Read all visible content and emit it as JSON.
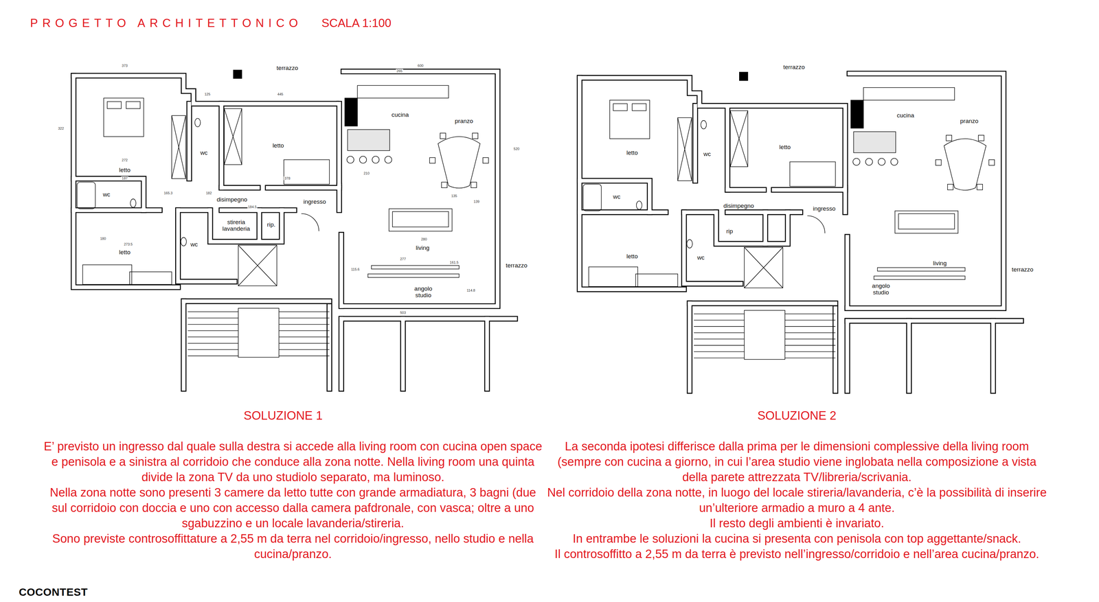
{
  "diagram": {
    "title": "PROGETTO ARCHITETTONICO",
    "labels": [
      "SCALA 1:100",
      "terrazzo",
      "letto",
      "wc",
      "letto",
      "cucina",
      "pranzo",
      "wc",
      "disimpegno",
      "ingresso",
      "stireria lavanderia",
      "rip.",
      "letto",
      "wc",
      "living",
      "terrazzo",
      "angolo studio",
      "terrazzo",
      "letto",
      "wc",
      "letto",
      "cucina",
      "pranzo",
      "wc",
      "disimpegno",
      "ingresso",
      "rip",
      "letto",
      "wc",
      "living",
      "terrazzo",
      "angolo studio",
      "373",
      "600",
      "265",
      "445",
      "125",
      "272",
      "187",
      "165.3",
      "182",
      "378",
      "210",
      "184.5",
      "139",
      "277",
      "161.5",
      "115.6",
      "280",
      "503",
      "114.8",
      "135",
      "273.5",
      "180",
      "322",
      "520",
      "SOLUZIONE 1",
      "E’ previsto un ingresso dal quale sulla destra si accede alla living room con cucina open space e penisola e a sinistra al corridoio che conduce alla zona notte. Nella living room una quinta divide la zona TV da uno studiolo separato, ma luminoso.",
      "Nella zona notte sono presenti 3 camere da letto tutte con grande armadiatura, 3 bagni (due sul corridoio con doccia e uno con accesso dalla camera pafdronale, con vasca; oltre a uno sgabuzzino e un locale lavanderia/stireria.",
      "Sono previste controsoffittature a 2,55 m da terra nel corridoio/ingresso, nello studio e nella cucina/pranzo.",
      "SOLUZIONE 2",
      "La seconda ipotesi differisce dalla prima per le dimensioni complessive della living room (sempre con cucina a giorno, in cui l’area studio viene inglobata nella composizione a vista della parete attrezzata TV/libreria/scrivania.",
      "Nel corridoio della zona notte, in luogo del locale stireria/lavanderia, c’è la possibilità di inserire un’ulteriore armadio a muro a 4 ante.",
      "Il resto degli ambienti è invariato.",
      "In entrambe le soluzioni la cucina si presenta con penisola con top aggettante/snack.",
      "Il controsoffitto a 2,55 m da terra è previsto nell’ingresso/corridoio e nell’area cucina/pranzo.",
      "COCONTEST"
    ]
  }
}
